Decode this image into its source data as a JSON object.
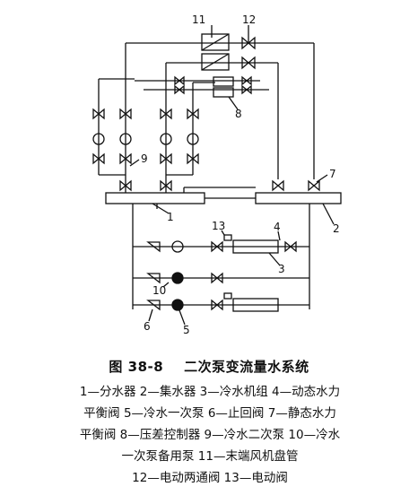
{
  "labels": {
    "n1": "1",
    "n2": "2",
    "n3": "3",
    "n4": "4",
    "n5": "5",
    "n6": "6",
    "n7": "7",
    "n8": "8",
    "n9": "9",
    "n10": "10",
    "n11": "11",
    "n12": "12",
    "n13": "13"
  },
  "caption": {
    "figure_no": "图 38-8",
    "title": "二次泵变流量水系统"
  },
  "legend_lines": [
    "1—分水器  2—集水器  3—冷水机组  4—动态水力",
    "平衡阀  5—冷水一次泵  6—止回阀  7—静态水力",
    "平衡阀  8—压差控制器  9—冷水二次泵  10—冷水",
    "一次泵备用泵  11—末端风机盘管",
    "12—电动两通阀  13—电动阀"
  ]
}
